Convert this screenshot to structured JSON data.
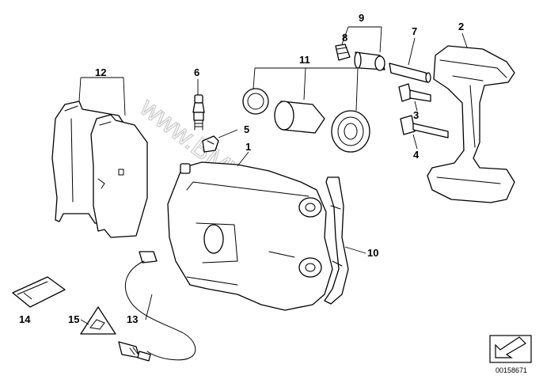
{
  "watermark": "www.BMWstore.pl",
  "diagram_code": "00158671",
  "parts": {
    "p1": "1",
    "p2": "2",
    "p3": "3",
    "p4": "4",
    "p5": "5",
    "p6": "6",
    "p7": "7",
    "p8": "8",
    "p9": "9",
    "p10": "10",
    "p11": "11",
    "p12": "12",
    "p13": "13",
    "p14": "14",
    "p15": "15"
  },
  "colors": {
    "line": "#000000",
    "watermark": "#c9c9c9",
    "background": "#ffffff"
  }
}
